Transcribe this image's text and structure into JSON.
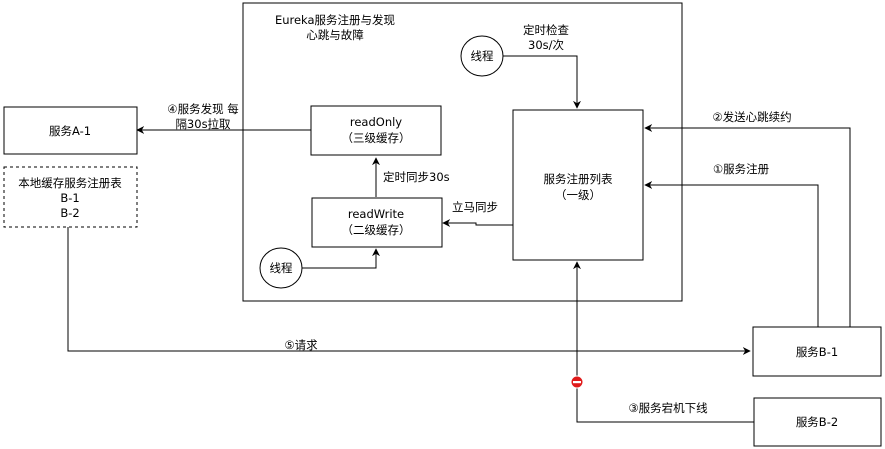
{
  "container": {
    "title_line1": "Eureka服务注册与发现",
    "title_line2": "心跳与故障"
  },
  "nodes": {
    "service_a1": "服务A-1",
    "local_cache": {
      "line1": "本地缓存服务注册表",
      "line2": "B-1",
      "line3": "B-2"
    },
    "read_only": {
      "line1": "readOnly",
      "line2": "（三级缓存）"
    },
    "read_write": {
      "line1": "readWrite",
      "line2": "（二级缓存）"
    },
    "registry": {
      "line1": "服务注册列表",
      "line2": "（一级）"
    },
    "thread_top": "线程",
    "thread_bottom": "线程",
    "service_b1": "服务B-1",
    "service_b2": "服务B-2"
  },
  "edges": {
    "timed_check": {
      "line1": "定时检查",
      "line2": "30s/次"
    },
    "heartbeat": "②发送心跳续约",
    "register": "①服务注册",
    "discover": {
      "line1": "④服务发现 每",
      "line2": "隔30s拉取"
    },
    "sync_30s": "定时同步30s",
    "immediate_sync": "立马同步",
    "request": "⑤请求",
    "offline": "③服务宕机下线"
  },
  "colors": {
    "stroke": "#000000",
    "stop_marker": "#e01b1b"
  }
}
